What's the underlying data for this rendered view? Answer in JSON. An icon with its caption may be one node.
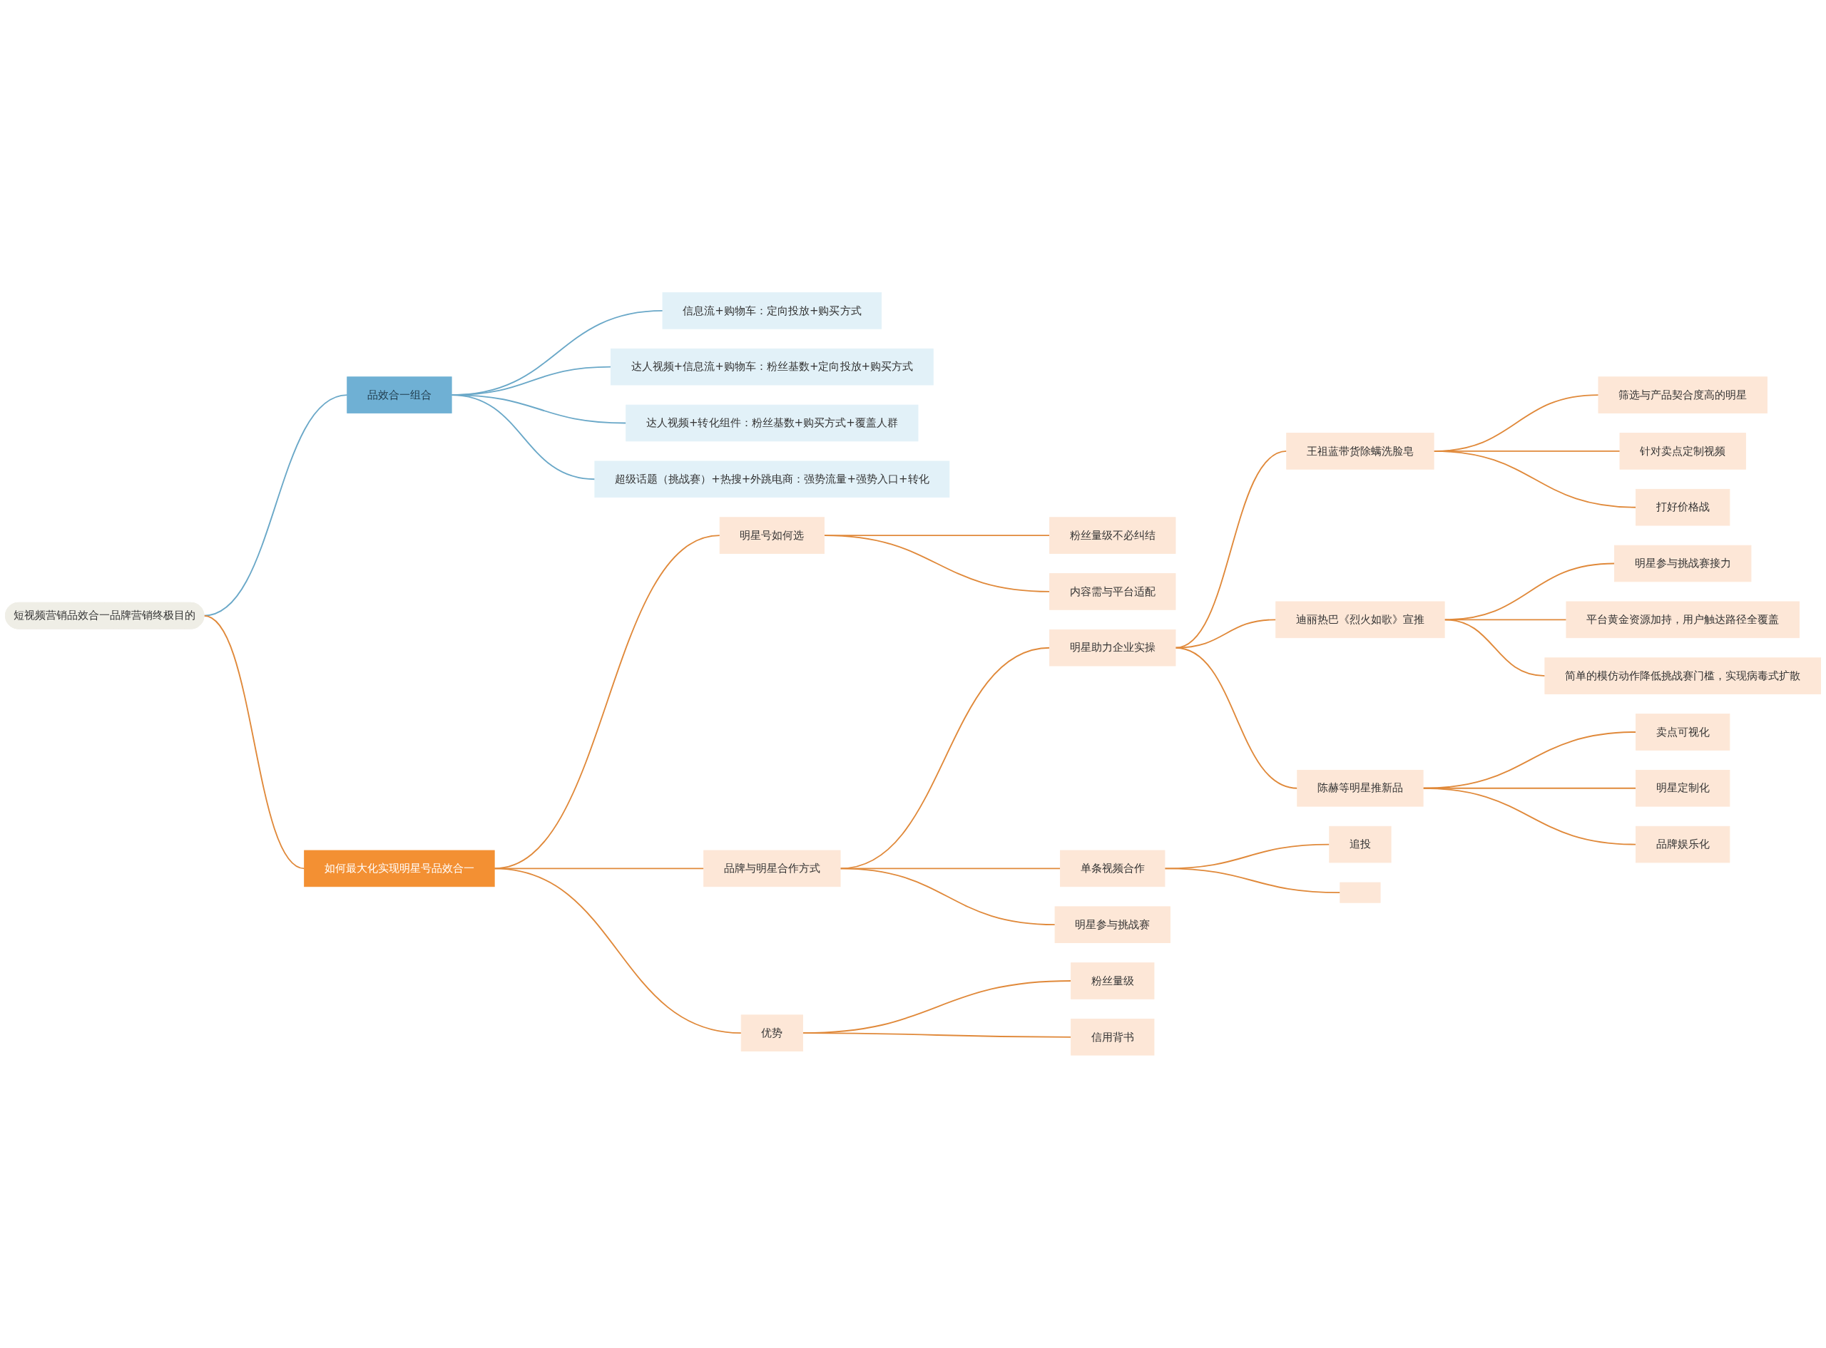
{
  "diagram": {
    "nodes": [
      {
        "text": [
          "短视频营销品效合一品牌营销终极目的"
        ]
      },
      {
        "text": [
          "品效合一组合"
        ]
      },
      {
        "text": [
          "信息流+购物车：定向投放+购买方式"
        ]
      },
      {
        "text": [
          "达人视频+信息流+购物车：粉丝基数+定向投放+购买方式"
        ]
      },
      {
        "text": [
          "达人视频+转化组件：粉丝基数+购买方式+覆盖人群"
        ]
      },
      {
        "text": [
          "超级话题（挑战赛）+热搜+外跳电商：强势流量+强势入口+转化"
        ]
      },
      {
        "text": [
          "如何最大化实现明星号品效合一"
        ]
      },
      {
        "text": [
          "明星号如何选"
        ]
      },
      {
        "text": [
          "粉丝量级不必纠结"
        ]
      },
      {
        "text": [
          "内容需与平台适配"
        ]
      },
      {
        "text": [
          "品牌与明星合作方式"
        ]
      },
      {
        "text": [
          "明星助力企业实操"
        ]
      },
      {
        "text": [
          "王祖蓝带货除螨洗脸皂"
        ]
      },
      {
        "text": [
          "筛选与产品契合度高的明星"
        ]
      },
      {
        "text": [
          "针对卖点定制视频"
        ]
      },
      {
        "text": [
          "打好价格战"
        ]
      },
      {
        "text": [
          "迪丽热巴《烈火如歌》宣推"
        ]
      },
      {
        "text": [
          "明星参与挑战赛接力"
        ]
      },
      {
        "text": [
          "平台黄金资源加持，用户触达路径全覆盖"
        ]
      },
      {
        "text": [
          "简单的模仿动作降低挑战赛门槛，实现病毒式扩散"
        ]
      },
      {
        "text": [
          "陈赫等明星推新品"
        ]
      },
      {
        "text": [
          "卖点可视化"
        ]
      },
      {
        "text": [
          "明星定制化"
        ]
      },
      {
        "text": [
          "品牌娱乐化"
        ]
      },
      {
        "text": [
          "单条视频合作"
        ]
      },
      {
        "text": [
          "追投"
        ]
      },
      {
        "text": [],
        "shape": "box"
      },
      {
        "text": [
          "明星参与挑战赛"
        ]
      },
      {
        "text": [
          "优势"
        ]
      },
      {
        "text": [
          "粉丝量级"
        ]
      },
      {
        "text": [
          "信用背书"
        ]
      }
    ],
    "edges": [
      {
        "from": 0,
        "to": 1,
        "arrow": "none",
        "color": "#6aa8c8"
      },
      {
        "from": 1,
        "to": 2,
        "arrow": "none",
        "color": "#6aa8c8"
      },
      {
        "from": 1,
        "to": 3,
        "arrow": "none",
        "color": "#6aa8c8"
      },
      {
        "from": 1,
        "to": 4,
        "arrow": "none",
        "color": "#6aa8c8"
      },
      {
        "from": 1,
        "to": 5,
        "arrow": "none",
        "color": "#6aa8c8"
      },
      {
        "from": 0,
        "to": 6,
        "arrow": "none"
      },
      {
        "from": 6,
        "to": 7,
        "arrow": "none"
      },
      {
        "from": 7,
        "to": 8,
        "arrow": "none"
      },
      {
        "from": 7,
        "to": 9,
        "arrow": "none"
      },
      {
        "from": 6,
        "to": 10,
        "arrow": "none"
      },
      {
        "from": 10,
        "to": 11,
        "arrow": "none"
      },
      {
        "from": 11,
        "to": 12,
        "arrow": "none"
      },
      {
        "from": 12,
        "to": 13,
        "arrow": "none"
      },
      {
        "from": 12,
        "to": 14,
        "arrow": "none"
      },
      {
        "from": 12,
        "to": 15,
        "arrow": "none"
      },
      {
        "from": 11,
        "to": 16,
        "arrow": "none"
      },
      {
        "from": 16,
        "to": 17,
        "arrow": "none"
      },
      {
        "from": 16,
        "to": 18,
        "arrow": "none"
      },
      {
        "from": 16,
        "to": 19,
        "arrow": "none"
      },
      {
        "from": 11,
        "to": 20,
        "arrow": "none"
      },
      {
        "from": 20,
        "to": 21,
        "arrow": "none"
      },
      {
        "from": 20,
        "to": 22,
        "arrow": "none"
      },
      {
        "from": 20,
        "to": 23,
        "arrow": "none"
      },
      {
        "from": 10,
        "to": 24,
        "arrow": "none"
      },
      {
        "from": 24,
        "to": 25,
        "arrow": "none"
      },
      {
        "from": 24,
        "to": 26,
        "arrow": "none"
      },
      {
        "from": 10,
        "to": 27,
        "arrow": "none"
      },
      {
        "from": 6,
        "to": 28,
        "arrow": "none"
      },
      {
        "from": 28,
        "to": 29,
        "arrow": "none"
      },
      {
        "from": 28,
        "to": 30,
        "arrow": "none"
      }
    ]
  }
}
